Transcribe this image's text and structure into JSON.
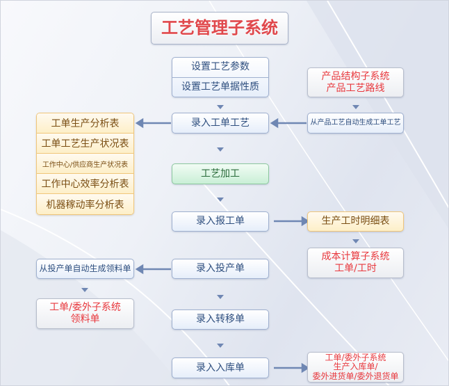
{
  "title": "工艺管理子系统",
  "setup": {
    "params": "设置工艺参数",
    "doc_nature": "设置工艺单据性质"
  },
  "product_structure": {
    "line1": "产品结构子系统",
    "line2": "产品工艺路线"
  },
  "enter_work_order_process": "录入工单工艺",
  "auto_generate_process": "从产品工艺自动生成工单工艺",
  "reports": [
    "工单生产分析表",
    "工单工艺生产状况表",
    "工作中心/供应商生产状况表",
    "工作中心效率分析表",
    "机器稼动率分析表"
  ],
  "process_work": "工艺加工",
  "enter_work_report": "录入报工单",
  "labor_hours_detail": "生产工时明细表",
  "cost_system": {
    "line1": "成本计算子系统",
    "line2": "工单/工时"
  },
  "enter_production_order": "录入投产单",
  "auto_generate_picking": "从投产单自动生成领料单",
  "picking_system": {
    "line1": "工单/委外子系统",
    "line2": "领料单"
  },
  "enter_transfer": "录入转移单",
  "enter_warehouse": "录入入库单",
  "warehouse_system": {
    "line1": "工单/委外子系统",
    "line2": "生产入库单/",
    "line3": "委外进货单/委外退货单"
  }
}
